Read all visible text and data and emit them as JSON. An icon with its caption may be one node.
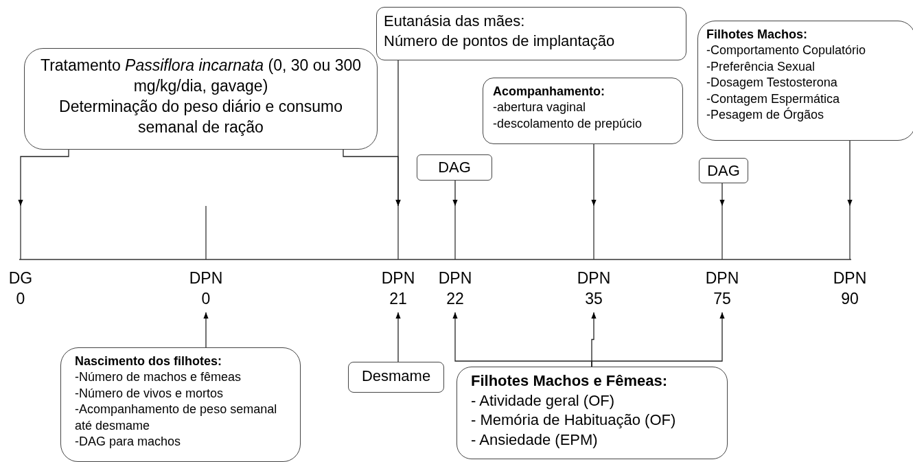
{
  "diagram": {
    "nodes": [
      {
        "text": [
          "Eutanásia das mães:",
          "Número de pontos de implantação"
        ]
      },
      {
        "text": [
          "Tratamento *Passiflora incarnata* (0, 30 ou 300 mg/kg/dia, gavage)",
          "Determinação do peso diário e consumo semanal de ração"
        ]
      },
      {
        "text": [
          "Filhotes Machos:",
          "-Comportamento Copulatório",
          "-Preferência Sexual",
          "-Dosagem Testosterona",
          "-Contagem Espermática",
          "-Pesagem de Órgãos"
        ]
      },
      {
        "text": [
          "Acompanhamento:",
          "-abertura vaginal",
          "-descolamento de prepúcio"
        ]
      },
      {
        "text": [
          "DAG"
        ]
      },
      {
        "text": [
          "DAG"
        ]
      },
      {
        "text": [
          "DG 0"
        ]
      },
      {
        "text": [
          "DPN 0"
        ]
      },
      {
        "text": [
          "DPN 21"
        ]
      },
      {
        "text": [
          "DPN 22"
        ]
      },
      {
        "text": [
          "DPN 35"
        ]
      },
      {
        "text": [
          "DPN 75"
        ]
      },
      {
        "text": [
          "DPN 90"
        ]
      },
      {
        "text": [
          "Nascimento dos filhotes:",
          "-Número de machos e fêmeas",
          "-Número de vivos e mortos",
          "-Acompanhamento de peso semanal até desmame",
          "-DAG para machos"
        ]
      },
      {
        "text": [
          "Desmame"
        ]
      },
      {
        "text": [
          "Filhotes Machos e Fêmeas:",
          "- Atividade geral (OF)",
          "- Memória de Habituação (OF)",
          "- Ansiedade (EPM)"
        ]
      }
    ],
    "edges": [
      {
        "from": 1,
        "to": 6,
        "arrow": "to"
      },
      {
        "from": 1,
        "to": 8,
        "arrow": "to"
      },
      {
        "from": 0,
        "to": 8,
        "arrow": "to"
      },
      {
        "from": 4,
        "to": 9,
        "arrow": "to"
      },
      {
        "from": 3,
        "to": 10,
        "arrow": "to"
      },
      {
        "from": 5,
        "to": 11,
        "arrow": "to"
      },
      {
        "from": 2,
        "to": 12,
        "arrow": "to"
      },
      {
        "from": 13,
        "to": 7,
        "arrow": "to"
      },
      {
        "from": 14,
        "to": 8,
        "arrow": "to"
      },
      {
        "from": 15,
        "to": 9,
        "arrow": "to"
      },
      {
        "from": 15,
        "to": 10,
        "arrow": "to"
      },
      {
        "from": 15,
        "to": 11,
        "arrow": "to"
      }
    ]
  }
}
